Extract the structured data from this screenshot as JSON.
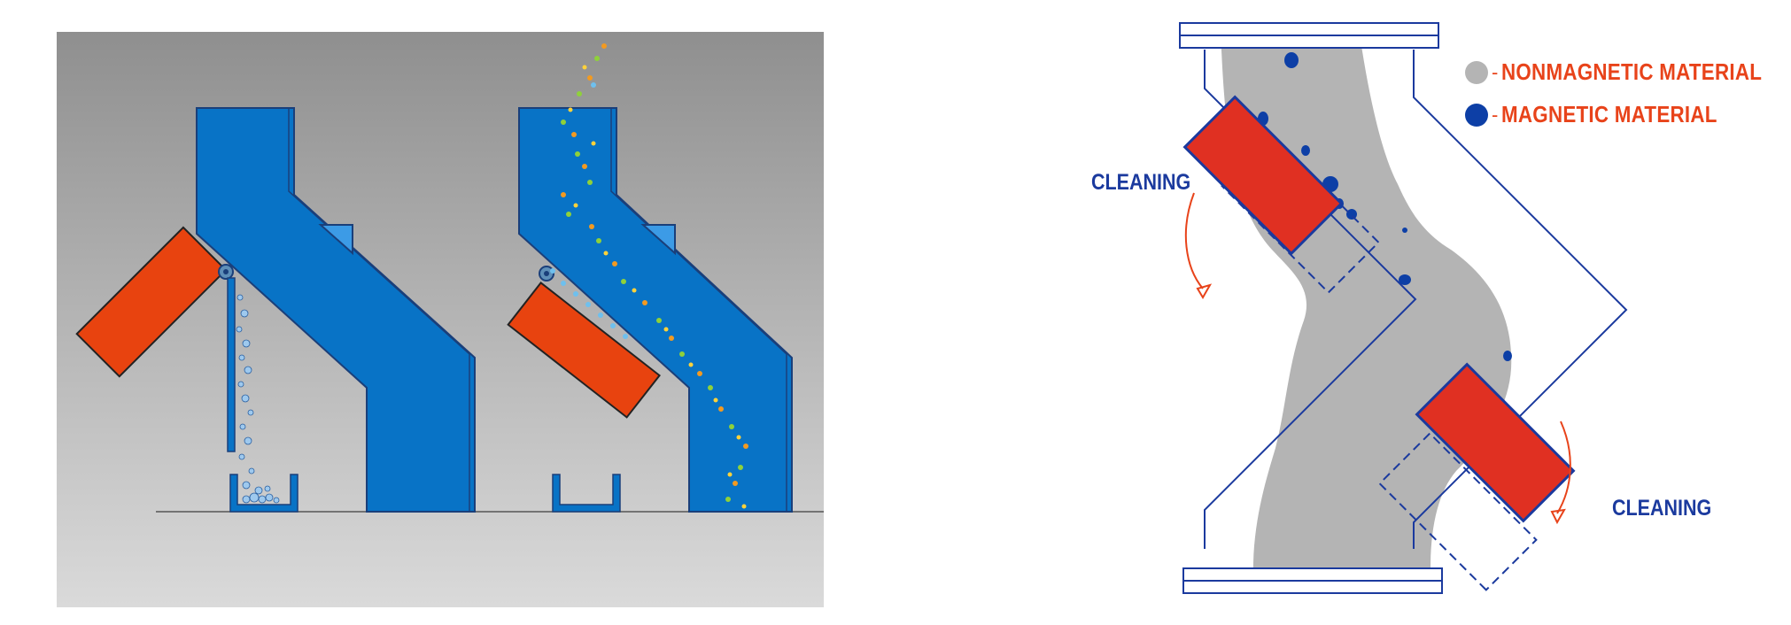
{
  "legend": [
    {
      "label": "NONMAGNETIC MATERIAL",
      "swatch": "#b4b4b4"
    },
    {
      "label": "MAGNETIC MATERIAL",
      "swatch": "#0d3fa6"
    }
  ],
  "legend_separator": "-",
  "cleaning_labels": [
    "CLEANING",
    "CLEANING"
  ],
  "colors": {
    "chute_blue": "#0873c6",
    "magnet_orange": "#e8430f",
    "magnet_red": "#e03022",
    "outline_navy": "#1b3a9e",
    "label_red": "#e8431a",
    "material_gray": "#b4b4b4",
    "magnetic_blue": "#0d3fa6"
  }
}
